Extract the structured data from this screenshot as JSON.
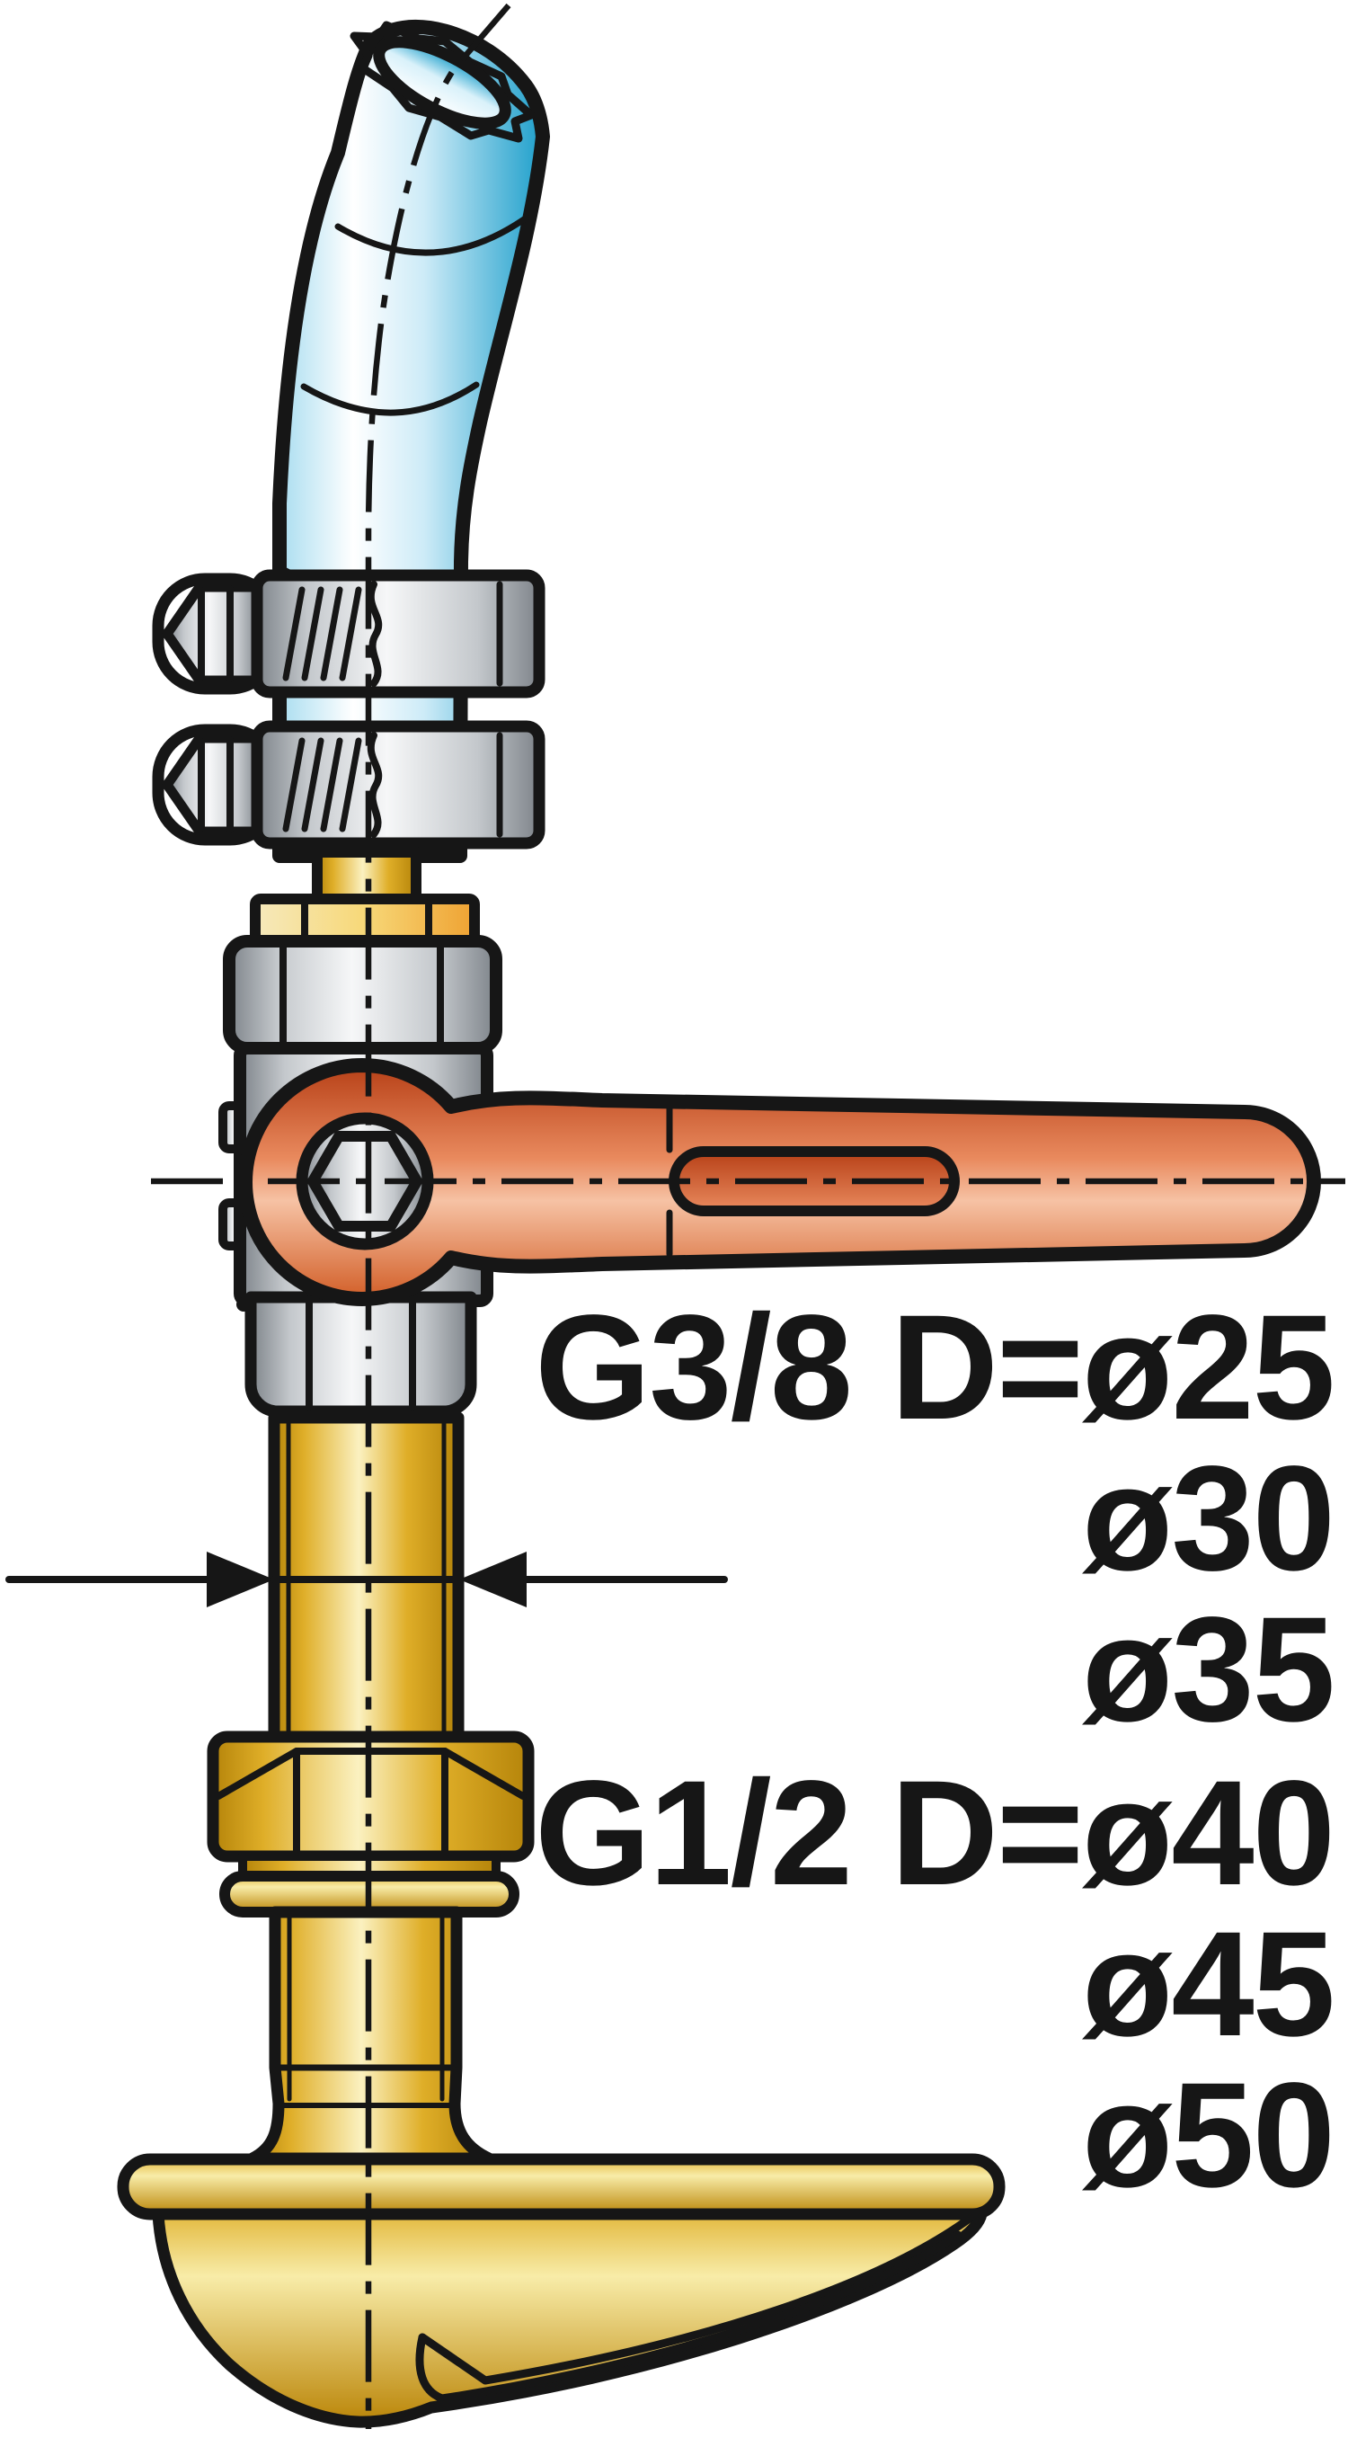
{
  "labels": {
    "valve_spec": "G3/8 D=ø25",
    "valve_alt1": "ø30",
    "valve_alt2": "ø35",
    "skin_spec": "G1/2 D=ø40",
    "skin_alt1": "ø45",
    "skin_alt2": "ø50"
  },
  "colors": {
    "page_bg": "#FFFFFF",
    "outline": "#161616",
    "white": "#FFFFFF",
    "hose_deep": "#1E9FCB",
    "hose_soft": "#A9DDF0",
    "hose_pale": "#CDEBF7",
    "bore_light": "#D9F1FA",
    "silver_dark": "#7E848A",
    "silver_mid": "#C4C8CC",
    "silver_light": "#F6F7F8",
    "brass_dark": "#B5840A",
    "brass_mid": "#DFAE28",
    "brass_light": "#FBF1C0",
    "cream": "#F6E9BC",
    "pale_gold": "#F7D878",
    "amber": "#EFA232",
    "gold_dark": "#BB8609",
    "gold_mid": "#E3B93F",
    "gold_light": "#F8ECA8",
    "red_dark": "#B74017",
    "red_mid": "#E98A5E",
    "red_light": "#F6C2A4",
    "red_deep": "#D25E27"
  }
}
